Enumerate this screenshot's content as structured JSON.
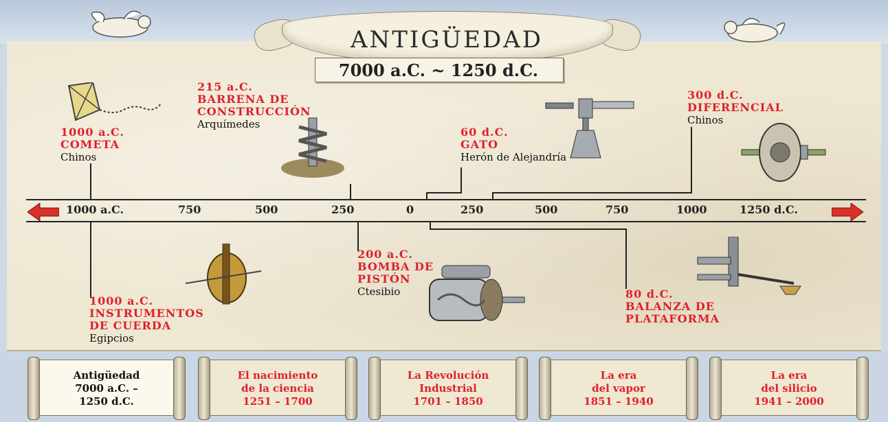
{
  "header": {
    "title": "ANTIGÜEDAD",
    "date_range": "7000 a.C. ~ 1250 d.C."
  },
  "timeline": {
    "ticks": [
      "1000 a.C.",
      "750",
      "500",
      "250",
      "0",
      "250",
      "500",
      "750",
      "1000",
      "1250 d.C."
    ],
    "arrow_color": "#d9302a"
  },
  "events": {
    "barrena": {
      "date": "215 a.C.",
      "title1": "BARRENA DE",
      "title2": "CONSTRUCCIÓN",
      "inventor": "Arquímedes",
      "icon": "screw-drill-icon"
    },
    "cometa": {
      "date": "1000 a.C.",
      "title1": "COMETA",
      "inventor": "Chinos",
      "icon": "kite-icon"
    },
    "gato": {
      "date": "60 d.C.",
      "title1": "GATO",
      "inventor": "Herón de Alejandría",
      "icon": "jack-icon"
    },
    "diferencial": {
      "date": "300 d.C.",
      "title1": "DIFERENCIAL",
      "inventor": "Chinos",
      "icon": "differential-gear-icon"
    },
    "instrumentos": {
      "date": "1000 a.C.",
      "title1": "INSTRUMENTOS",
      "title2": "DE CUERDA",
      "inventor": "Egipcios",
      "icon": "string-instrument-icon"
    },
    "bomba": {
      "date": "200 a.C.",
      "title1": "BOMBA DE",
      "title2": "PISTÓN",
      "inventor": "Ctesibio",
      "icon": "piston-pump-icon"
    },
    "balanza": {
      "date": "80 d.C.",
      "title1": "BALANZA DE",
      "title2": "PLATAFORMA",
      "icon": "platform-scale-icon"
    }
  },
  "nav": [
    {
      "line1": "Antigüedad",
      "line2": "7000 a.C. –",
      "line3": "1250 d.C.",
      "active": true
    },
    {
      "line1": "El nacimiento",
      "line2": "de la ciencia",
      "line3": "1251 – 1700",
      "active": false
    },
    {
      "line1": "La Revolución",
      "line2": "Industrial",
      "line3": "1701 – 1850",
      "active": false
    },
    {
      "line1": "La era",
      "line2": "del vapor",
      "line3": "1851 – 1940",
      "active": false
    },
    {
      "line1": "La era",
      "line2": "del silicio",
      "line3": "1941 – 2000",
      "active": false
    }
  ],
  "colors": {
    "accent_red": "#e0202a",
    "parchment": "#eee7d2"
  }
}
